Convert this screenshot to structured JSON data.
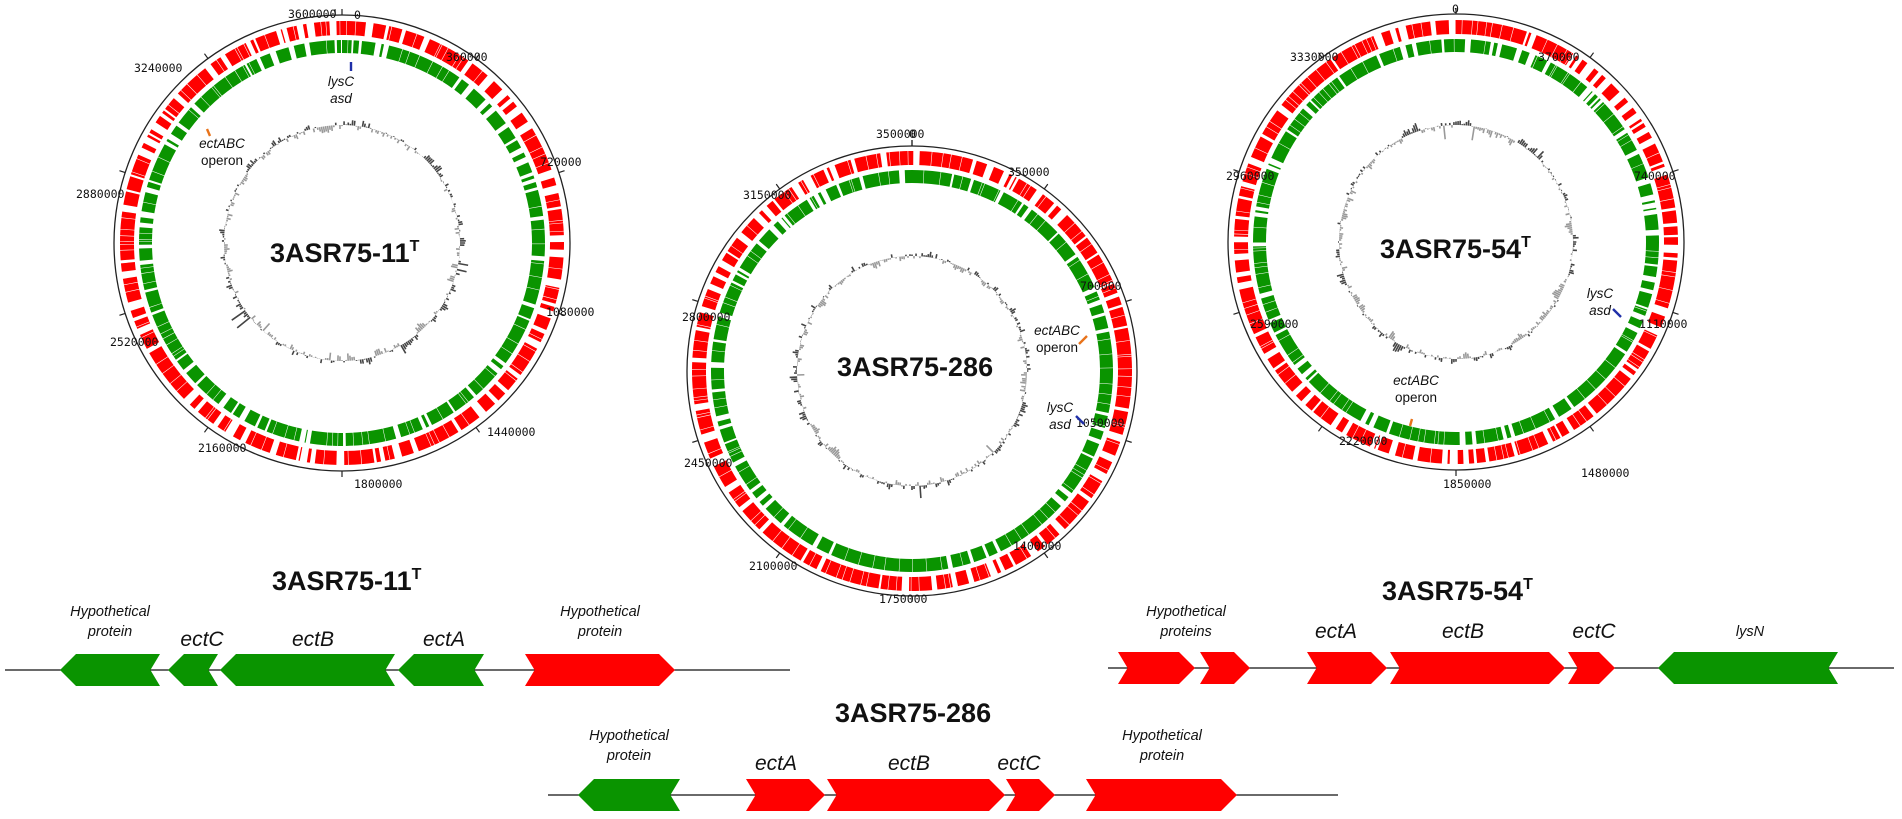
{
  "colors": {
    "positive_strand": "#ff0000",
    "negative_strand": "#0a9400",
    "gc_above": "#444444",
    "gc_below": "#999999",
    "lys_marker": "#1f2fa8",
    "ect_marker": "#e8731a"
  },
  "genomes": [
    {
      "id": "g11",
      "title": "3ASR75-11",
      "title_sup": "T",
      "ticks": [
        "0",
        "360000",
        "720000",
        "1080000",
        "1440000",
        "1800000",
        "2160000",
        "2520000",
        "2880000",
        "3240000",
        "3600000"
      ],
      "annotations": [
        {
          "id": "lys",
          "line1": "lysC",
          "line2": "asd",
          "marker": "blue"
        },
        {
          "id": "ect",
          "line1": "ectABC",
          "line2": "operon",
          "marker": "orange"
        }
      ]
    },
    {
      "id": "g286",
      "title": "3ASR75-286",
      "title_sup": "",
      "ticks": [
        "0",
        "350000",
        "700000",
        "1050000",
        "1400000",
        "1750000",
        "2100000",
        "2450000",
        "2800000",
        "3150000",
        "3500000"
      ],
      "annotations": [
        {
          "id": "ect",
          "line1": "ectABC",
          "line2": "operon",
          "marker": "orange"
        },
        {
          "id": "lys",
          "line1": "lysC",
          "line2": "asd",
          "marker": "blue"
        }
      ]
    },
    {
      "id": "g54",
      "title": "3ASR75-54",
      "title_sup": "T",
      "ticks": [
        "0",
        "370000",
        "740000",
        "1110000",
        "1480000",
        "1850000",
        "2220000",
        "2590000",
        "2960000",
        "3330000"
      ],
      "annotations": [
        {
          "id": "lys",
          "line1": "lysC",
          "line2": "asd",
          "marker": "blue"
        },
        {
          "id": "ect",
          "line1": "ectABC",
          "line2": "operon",
          "marker": "orange"
        }
      ]
    }
  ],
  "gene_maps": [
    {
      "id": "m11",
      "title": "3ASR75-11",
      "title_sup": "T",
      "genes": [
        {
          "label_lines": [
            "Hypothetical",
            "protein"
          ],
          "strand": "-",
          "style": "hyp"
        },
        {
          "label_lines": [
            "ectC"
          ],
          "strand": "-",
          "style": "gene"
        },
        {
          "label_lines": [
            "ectB"
          ],
          "strand": "-",
          "style": "gene"
        },
        {
          "label_lines": [
            "ectA"
          ],
          "strand": "-",
          "style": "gene"
        },
        {
          "label_lines": [
            "Hypothetical",
            "protein"
          ],
          "strand": "+",
          "style": "hyp"
        }
      ]
    },
    {
      "id": "m286",
      "title": "3ASR75-286",
      "title_sup": "",
      "genes": [
        {
          "label_lines": [
            "Hypothetical",
            "protein"
          ],
          "strand": "-",
          "style": "hyp"
        },
        {
          "label_lines": [
            "ectA"
          ],
          "strand": "+",
          "style": "gene"
        },
        {
          "label_lines": [
            "ectB"
          ],
          "strand": "+",
          "style": "gene"
        },
        {
          "label_lines": [
            "ectC"
          ],
          "strand": "+",
          "style": "gene"
        },
        {
          "label_lines": [
            "Hypothetical",
            "protein"
          ],
          "strand": "+",
          "style": "hyp"
        }
      ]
    },
    {
      "id": "m54",
      "title": "3ASR75-54",
      "title_sup": "T",
      "genes": [
        {
          "label_lines": [
            "Hypothetical",
            "proteins"
          ],
          "strand": "+",
          "style": "hyp"
        },
        {
          "label_lines": [],
          "strand": "+",
          "style": "hyp"
        },
        {
          "label_lines": [
            "ectA"
          ],
          "strand": "+",
          "style": "gene"
        },
        {
          "label_lines": [
            "ectB"
          ],
          "strand": "+",
          "style": "gene"
        },
        {
          "label_lines": [
            "ectC"
          ],
          "strand": "+",
          "style": "gene"
        },
        {
          "label_lines": [
            "lysN"
          ],
          "strand": "-",
          "style": "hyp"
        }
      ]
    }
  ]
}
